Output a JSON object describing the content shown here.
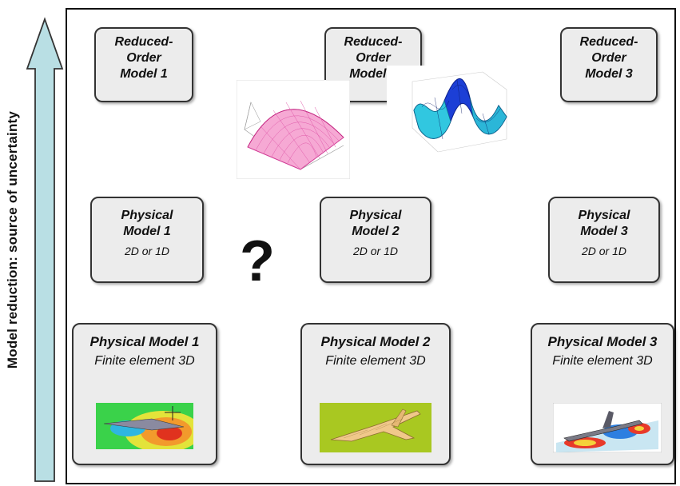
{
  "y_axis_label": "Model reduction: source of uncertainty",
  "rom_boxes": [
    {
      "line1": "Reduced-",
      "line2": "Order",
      "line3": "Model 1"
    },
    {
      "line1": "Reduced-",
      "line2": "Order",
      "line3": "Model 2"
    },
    {
      "line1": "Reduced-",
      "line2": "Order",
      "line3": "Model 3"
    }
  ],
  "physical_boxes": [
    {
      "title1": "Physical",
      "title2": "Model 1",
      "sub": "2D or 1D"
    },
    {
      "title1": "Physical",
      "title2": "Model 2",
      "sub": "2D or 1D"
    },
    {
      "title1": "Physical",
      "title2": "Model 3",
      "sub": "2D or 1D"
    }
  ],
  "fe_boxes": [
    {
      "title": "Physical Model 1",
      "sub": "Finite element 3D"
    },
    {
      "title": "Physical Model 2",
      "sub": "Finite element 3D"
    },
    {
      "title": "Physical Model 3",
      "sub": "Finite element 3D"
    }
  ],
  "question_mark": "?",
  "colors": {
    "arrow_fill": "#b9dfe4",
    "box_fill": "#ececec",
    "border": "#333333"
  }
}
